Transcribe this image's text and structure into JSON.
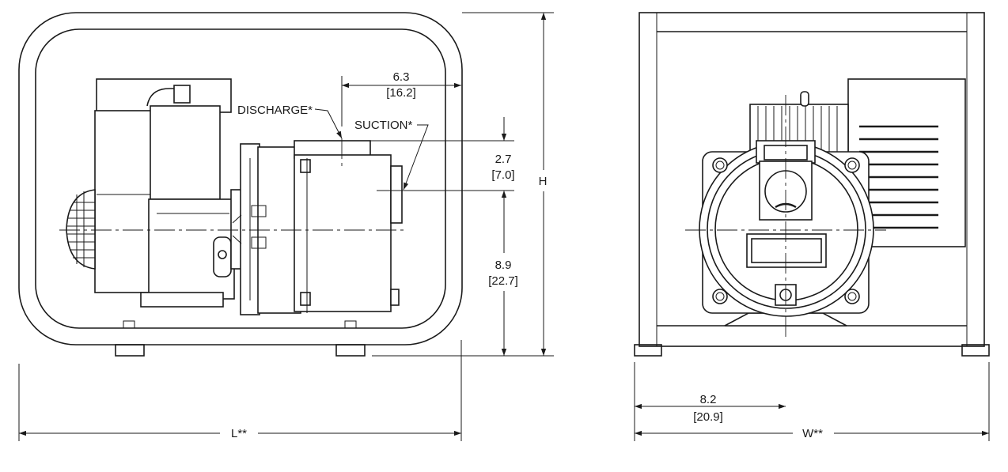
{
  "labels": {
    "discharge": "DISCHARGE*",
    "suction": "SUCTION*",
    "height": "H",
    "length": "L**",
    "width": "W**"
  },
  "dimensions": {
    "outlet_offset": {
      "in": "6.3",
      "mm": "[16.2]"
    },
    "port_spacing": {
      "in": "2.7",
      "mm": "[7.0]"
    },
    "suction_height": {
      "in": "8.9",
      "mm": "[22.7]"
    },
    "center_offset": {
      "in": "8.2",
      "mm": "[20.9]"
    }
  }
}
